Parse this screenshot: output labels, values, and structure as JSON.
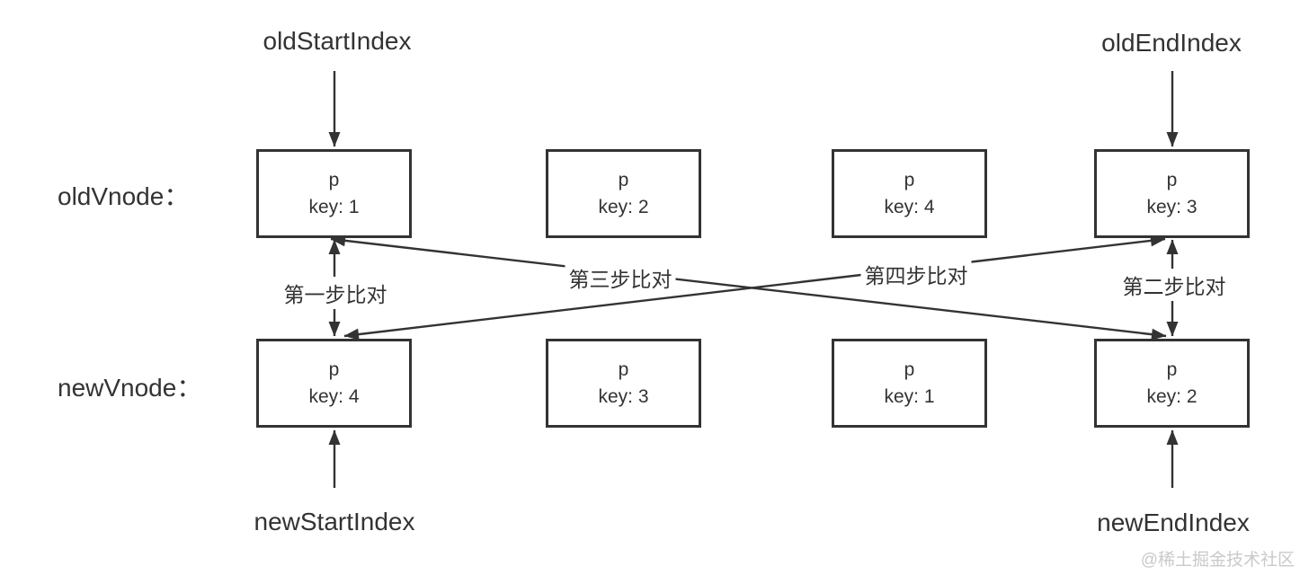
{
  "diagram_title_implicit": "Vue double-ended diff comparison diagram",
  "pointers": {
    "old_start": "oldStartIndex",
    "old_end": "oldEndIndex",
    "new_start": "newStartIndex",
    "new_end": "newEndIndex"
  },
  "rows": {
    "old_label": "oldVnode：",
    "new_label": "newVnode："
  },
  "old_vnodes": [
    {
      "tag": "p",
      "key": "key: 1"
    },
    {
      "tag": "p",
      "key": "key: 2"
    },
    {
      "tag": "p",
      "key": "key: 4"
    },
    {
      "tag": "p",
      "key": "key: 3"
    }
  ],
  "new_vnodes": [
    {
      "tag": "p",
      "key": "key: 4"
    },
    {
      "tag": "p",
      "key": "key: 3"
    },
    {
      "tag": "p",
      "key": "key: 1"
    },
    {
      "tag": "p",
      "key": "key: 2"
    }
  ],
  "steps": [
    {
      "label": "第一步比对",
      "from": "oldVnode[0]",
      "to": "newVnode[0]",
      "shape": "vertical-double-arrow"
    },
    {
      "label": "第二步比对",
      "from": "oldVnode[3]",
      "to": "newVnode[3]",
      "shape": "vertical-double-arrow"
    },
    {
      "label": "第三步比对",
      "from": "oldVnode[0]",
      "to": "newVnode[3]",
      "shape": "diagonal-double-arrow"
    },
    {
      "label": "第四步比对",
      "from": "oldVnode[3]",
      "to": "newVnode[0]",
      "shape": "diagonal-double-arrow"
    }
  ],
  "watermark": "@稀土掘金技术社区",
  "colors": {
    "line": "#333333",
    "text": "#333333",
    "watermark": "#c9c9c9",
    "background": "#ffffff"
  }
}
